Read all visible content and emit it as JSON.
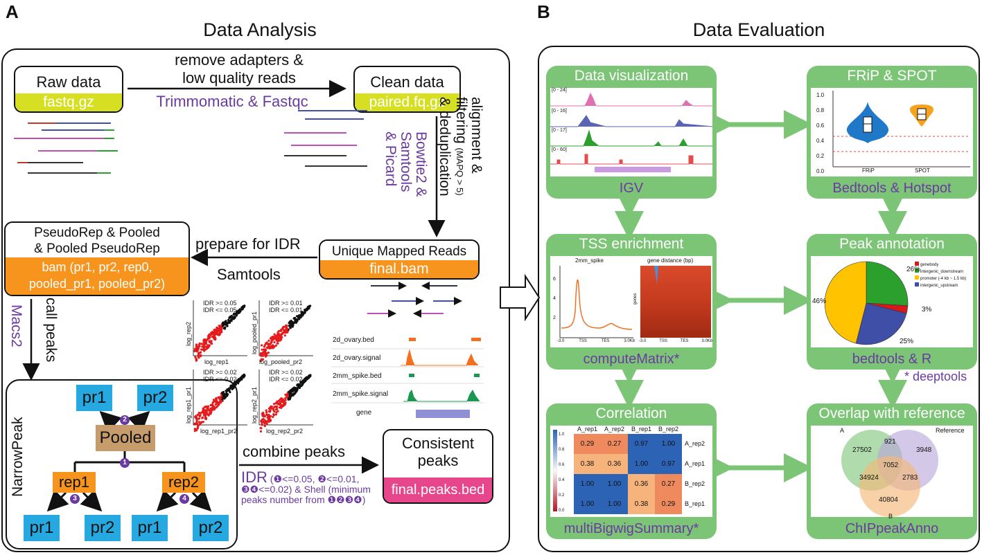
{
  "panels": {
    "a_letter": "A",
    "b_letter": "B",
    "a_title": "Data Analysis",
    "b_title": "Data Evaluation"
  },
  "analysis": {
    "raw": {
      "title": "Raw  data",
      "file": "fastq.gz"
    },
    "clean": {
      "title": "Clean  data",
      "file": "paired.fq.gz"
    },
    "step_trim": {
      "line1": "remove adapters &",
      "line2": "low quality reads",
      "tool": "Trimmomatic & Fastqc"
    },
    "step_align": {
      "line1": "alignment &",
      "line2": "filtering",
      "mapq": "(MAPQ > 5)",
      "line3": "& deduplication",
      "tool1": "Bowtie2 &",
      "tool2": "Samtools",
      "tool3": "& Picard"
    },
    "unique": {
      "title": "Unique Mapped Reads",
      "file": "final.bam"
    },
    "step_prepare": {
      "label": "prepare for IDR",
      "tool": "Samtools"
    },
    "pseudo": {
      "line1": "PseudoRep & Pooled",
      "line2": "& Pooled PseudoRep",
      "file_line1": "bam (pr1, pr2, rep0,",
      "file_line2": "pooled_pr1,  pooled_pr2)"
    },
    "step_call": {
      "label": "call peaks",
      "tool": "Macs2"
    },
    "narrowpeak": {
      "label": "NarrowPeak",
      "nodes": {
        "pr1": "pr1",
        "pr2": "pr2",
        "pooled": "Pooled",
        "rep1": "rep1",
        "rep2": "rep2"
      },
      "badges": [
        "1",
        "2",
        "3",
        "4"
      ]
    },
    "step_combine": {
      "label": "combine peaks",
      "idr": "IDR",
      "idr_rest1": "(❶<=0.05, ❷<=0.01,",
      "idr_rest2": "❸❹<=0.02) & Shell (minimum",
      "idr_rest3": "peaks number from ❶❷❸❹)"
    },
    "consistent": {
      "line1": "Consistent",
      "line2": "peaks",
      "file": "final.peaks.bed"
    },
    "scatter": [
      {
        "xlabel": "log_rep1",
        "ylabel": "log_rep2",
        "leg1": "IDR >= 0.05",
        "leg2": "IDR <= 0.05"
      },
      {
        "xlabel": "log_pooled_pr2",
        "ylabel": "log_pooled_pr1",
        "leg1": "IDR >= 0.01",
        "leg2": "IDR <= 0.01"
      },
      {
        "xlabel": "log_rep1_pr2",
        "ylabel": "log_rep1_pr1",
        "leg1": "IDR >= 0.02",
        "leg2": "IDR <= 0.02"
      },
      {
        "xlabel": "log_rep2_pr2",
        "ylabel": "log_rep2_pr1",
        "leg1": "IDR >= 0.02",
        "leg2": "IDR <= 0.02"
      }
    ],
    "tracks": [
      "2d_ovary.bed",
      "2d_ovary.signal",
      "2mm_spike.bed",
      "2mm_spike.signal",
      "gene"
    ]
  },
  "evaluation": {
    "visualization": {
      "title": "Data visualization",
      "tool": "IGV",
      "tracks": [
        "[0 - 24]",
        "[0 - 16]",
        "[0 - 17]",
        "[0 - 60]"
      ]
    },
    "frip": {
      "title": "FRiP & SPOT",
      "tool": "Bedtools & Hotspot",
      "yticks": [
        "1.0",
        "0.8",
        "0.6",
        "0.4",
        "0.2",
        "0.0"
      ],
      "xlabels": [
        "FRiP",
        "SPOT"
      ]
    },
    "tss": {
      "title": "TSS enrichment",
      "tool": "computeMatrix*",
      "plot1_title": "2mm_spike",
      "plot2_title": "gene distance (bp)",
      "ylabel2": "genes",
      "xticks1": [
        "-3.0",
        "TSS",
        "TES",
        "3.0Kb"
      ],
      "xticks2": [
        "-3.0",
        "TSS",
        "TES",
        "3.0Kb"
      ],
      "yticks1": [
        "6",
        "4",
        "2"
      ]
    },
    "annotation": {
      "title": "Peak annotation",
      "tool": "bedtools & R",
      "legend": [
        "genebody",
        "intergenic_downstream",
        "promoter (-4 kb ~ 1.5 kb)",
        "intergenic_upstream"
      ],
      "legend_colors": [
        "#d7191c",
        "#2ca02c",
        "#ffc300",
        "#3f4fa8"
      ],
      "slices": [
        {
          "label": "genebody",
          "value": 3
        },
        {
          "label": "intergenic_downstream",
          "value": 26
        },
        {
          "label": "promoter",
          "value": 46
        },
        {
          "label": "intergenic_upstream",
          "value": 25
        }
      ],
      "pct_labels": [
        "26%",
        "3%",
        "25%",
        "46%"
      ]
    },
    "deeptools_note": "* deeptools",
    "correlation": {
      "title": "Correlation",
      "tool": "multiBigwigSummary*",
      "cols": [
        "A_rep1",
        "A_rep2",
        "B_rep1",
        "B_rep2"
      ],
      "rows": [
        "A_rep2",
        "A_rep1",
        "B_rep2",
        "B_rep1"
      ],
      "values": [
        [
          "0.29",
          "0.27",
          "0.97",
          "1.00"
        ],
        [
          "0.38",
          "0.36",
          "1.00",
          "0.97"
        ],
        [
          "1.00",
          "1.00",
          "0.36",
          "0.27"
        ],
        [
          "1.00",
          "1.00",
          "0.38",
          "0.29"
        ]
      ],
      "scale": [
        "1.0",
        "0.8",
        "0.6",
        "0.4",
        "0.2",
        "0.0"
      ]
    },
    "overlap": {
      "title": "Overlap with reference",
      "tool": "ChIPpeakAnno",
      "set_a": "A",
      "set_ref": "Reference",
      "set_b": "B",
      "regions": [
        "27502",
        "921",
        "3948",
        "7052",
        "34924",
        "2783",
        "40804"
      ]
    }
  }
}
